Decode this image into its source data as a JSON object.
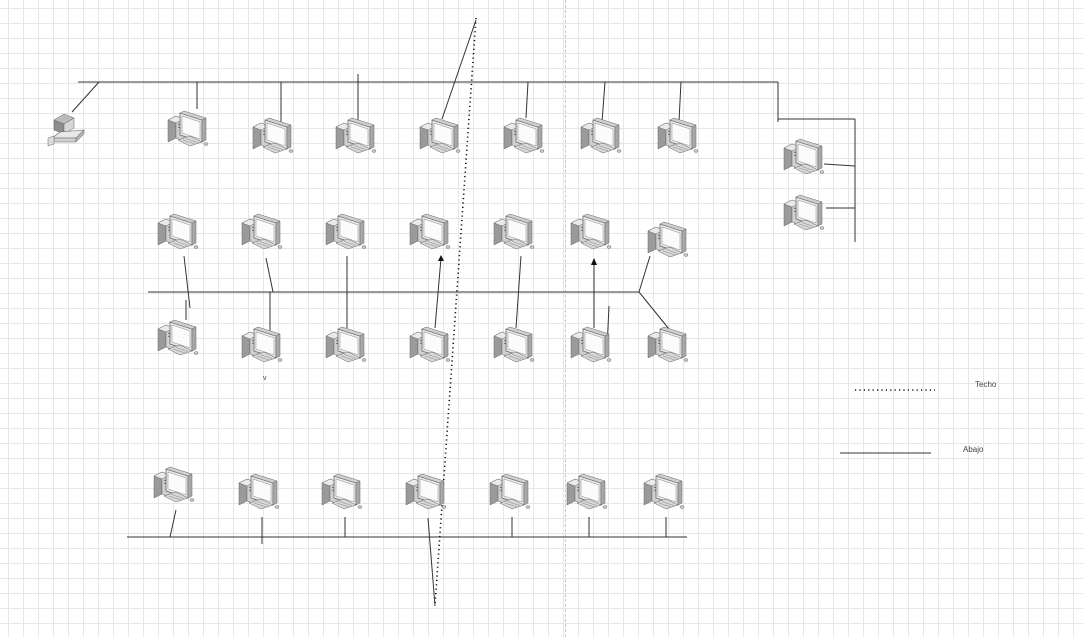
{
  "legend": {
    "ceiling_label": "Techo",
    "below_label": "Abajo"
  },
  "stray_label": "v",
  "colors": {
    "line": "#333333",
    "dotted": "#111111",
    "monitor_face": "#ededed",
    "monitor_edge": "#666666",
    "grid": "#e6e6e6"
  },
  "icons": {
    "workstation": "desktop-computer-icon",
    "server": "laptop-server-icon"
  }
}
